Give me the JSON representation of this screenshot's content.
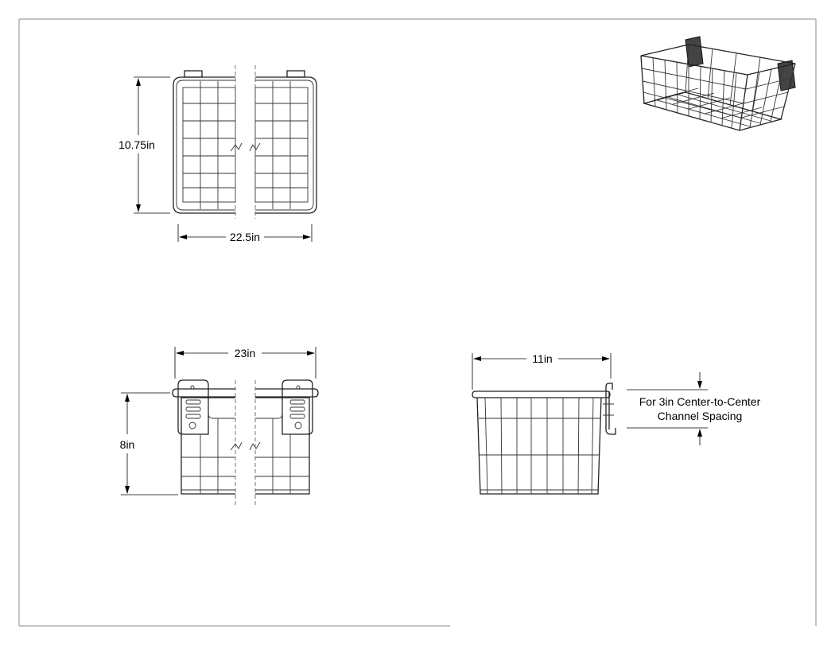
{
  "dimensions": {
    "top_height": "10.75in",
    "top_width": "22.5in",
    "front_width": "23in",
    "front_height": "8in",
    "side_width": "11in"
  },
  "note": {
    "line1": "For 3in Center-to-Center",
    "line2": "Channel Spacing"
  },
  "colors": {
    "line": "#222222",
    "background": "#ffffff",
    "frame": "#888888"
  }
}
